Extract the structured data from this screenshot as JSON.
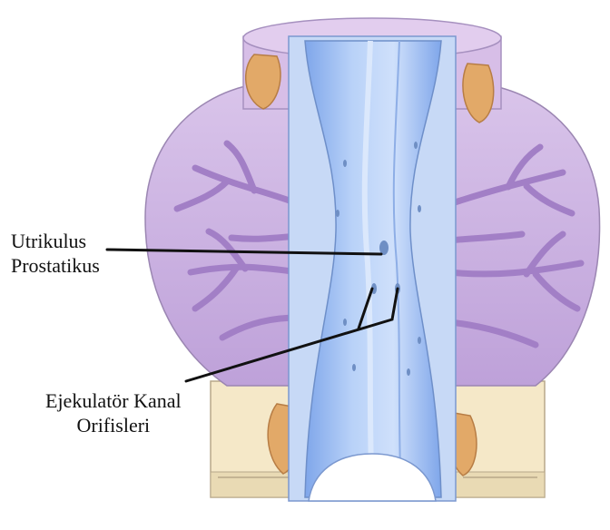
{
  "labels": {
    "utrikulus": {
      "line1": "Utrikulus",
      "line2": "Prostatikus"
    },
    "ejekulator": {
      "line1": "Ejekulatör Kanal",
      "line2": "Orifisleri"
    }
  },
  "colors": {
    "gland": "#c9aee0",
    "gland_dark": "#a98bc9",
    "glands_branch": "#b38fd0",
    "capsule": "#d8bfe6",
    "muscle": "#e3a86a",
    "urethra": "#9cbdf0",
    "urethra_light": "#cfe0fb",
    "base": "#f3e6c6",
    "leader": "#111111"
  }
}
